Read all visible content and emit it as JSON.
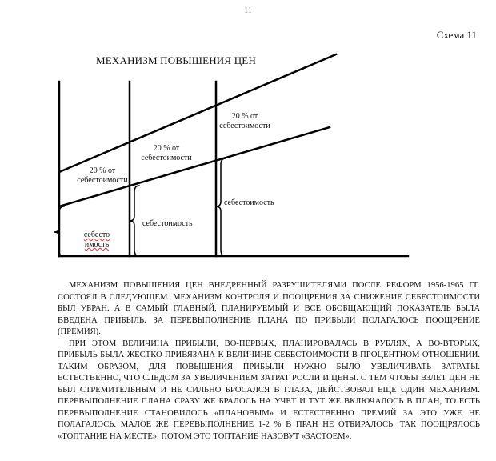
{
  "page_number": "11",
  "scheme_label": "Схема 11",
  "diagram": {
    "title": "МЕХАНИЗМ ПОВЫШЕНИЯ ЦЕН",
    "labels": {
      "profit_1_line1": "20 % от",
      "profit_1_line2": "себестоимости",
      "profit_2_line1": "20 % от",
      "profit_2_line2": "себестоимости",
      "profit_3_line1": "20 % от",
      "profit_3_line2": "себестоимости",
      "cost_1_line1": "себесто",
      "cost_1_line2": "имость",
      "cost_2": "себестоимость",
      "cost_3": "себестоимость"
    }
  },
  "paragraphs": [
    "Механизм повышения цен внедренный разрушителями после реформ 1956-1965 гг. состоял в следующем. Механизм контроля и поощрения за снижение себестоимости был убран. А в самый главный, планируемый и все обобщающий показатель была введена прибыль. За перевыполнение плана по прибыли полагалось поощрение (премия).",
    "При этом величина прибыли, во-первых, планировалась в рублях, а во-вторых, прибыль была жестко привязана к величине себестоимости в процентном отношении. Таким образом, для повышения прибыли нужно было увеличивать затраты. Естественно, что следом за увеличением затрат росли и цены. С тем чтобы взлет цен не был стремительным и не сильно бросался в глаза, действовал еще один механизм. Перевыполнение плана сразу же бралось на учет и тут же включалось в план, то есть перевыполнение становилось «плановым» и естественно премий за это уже не полагалось. Малое же перевыполнение 1-2 % в пран не отбиралось. Так поощрялось «топтание на месте». Потом это топтание назовут «застоем»."
  ]
}
